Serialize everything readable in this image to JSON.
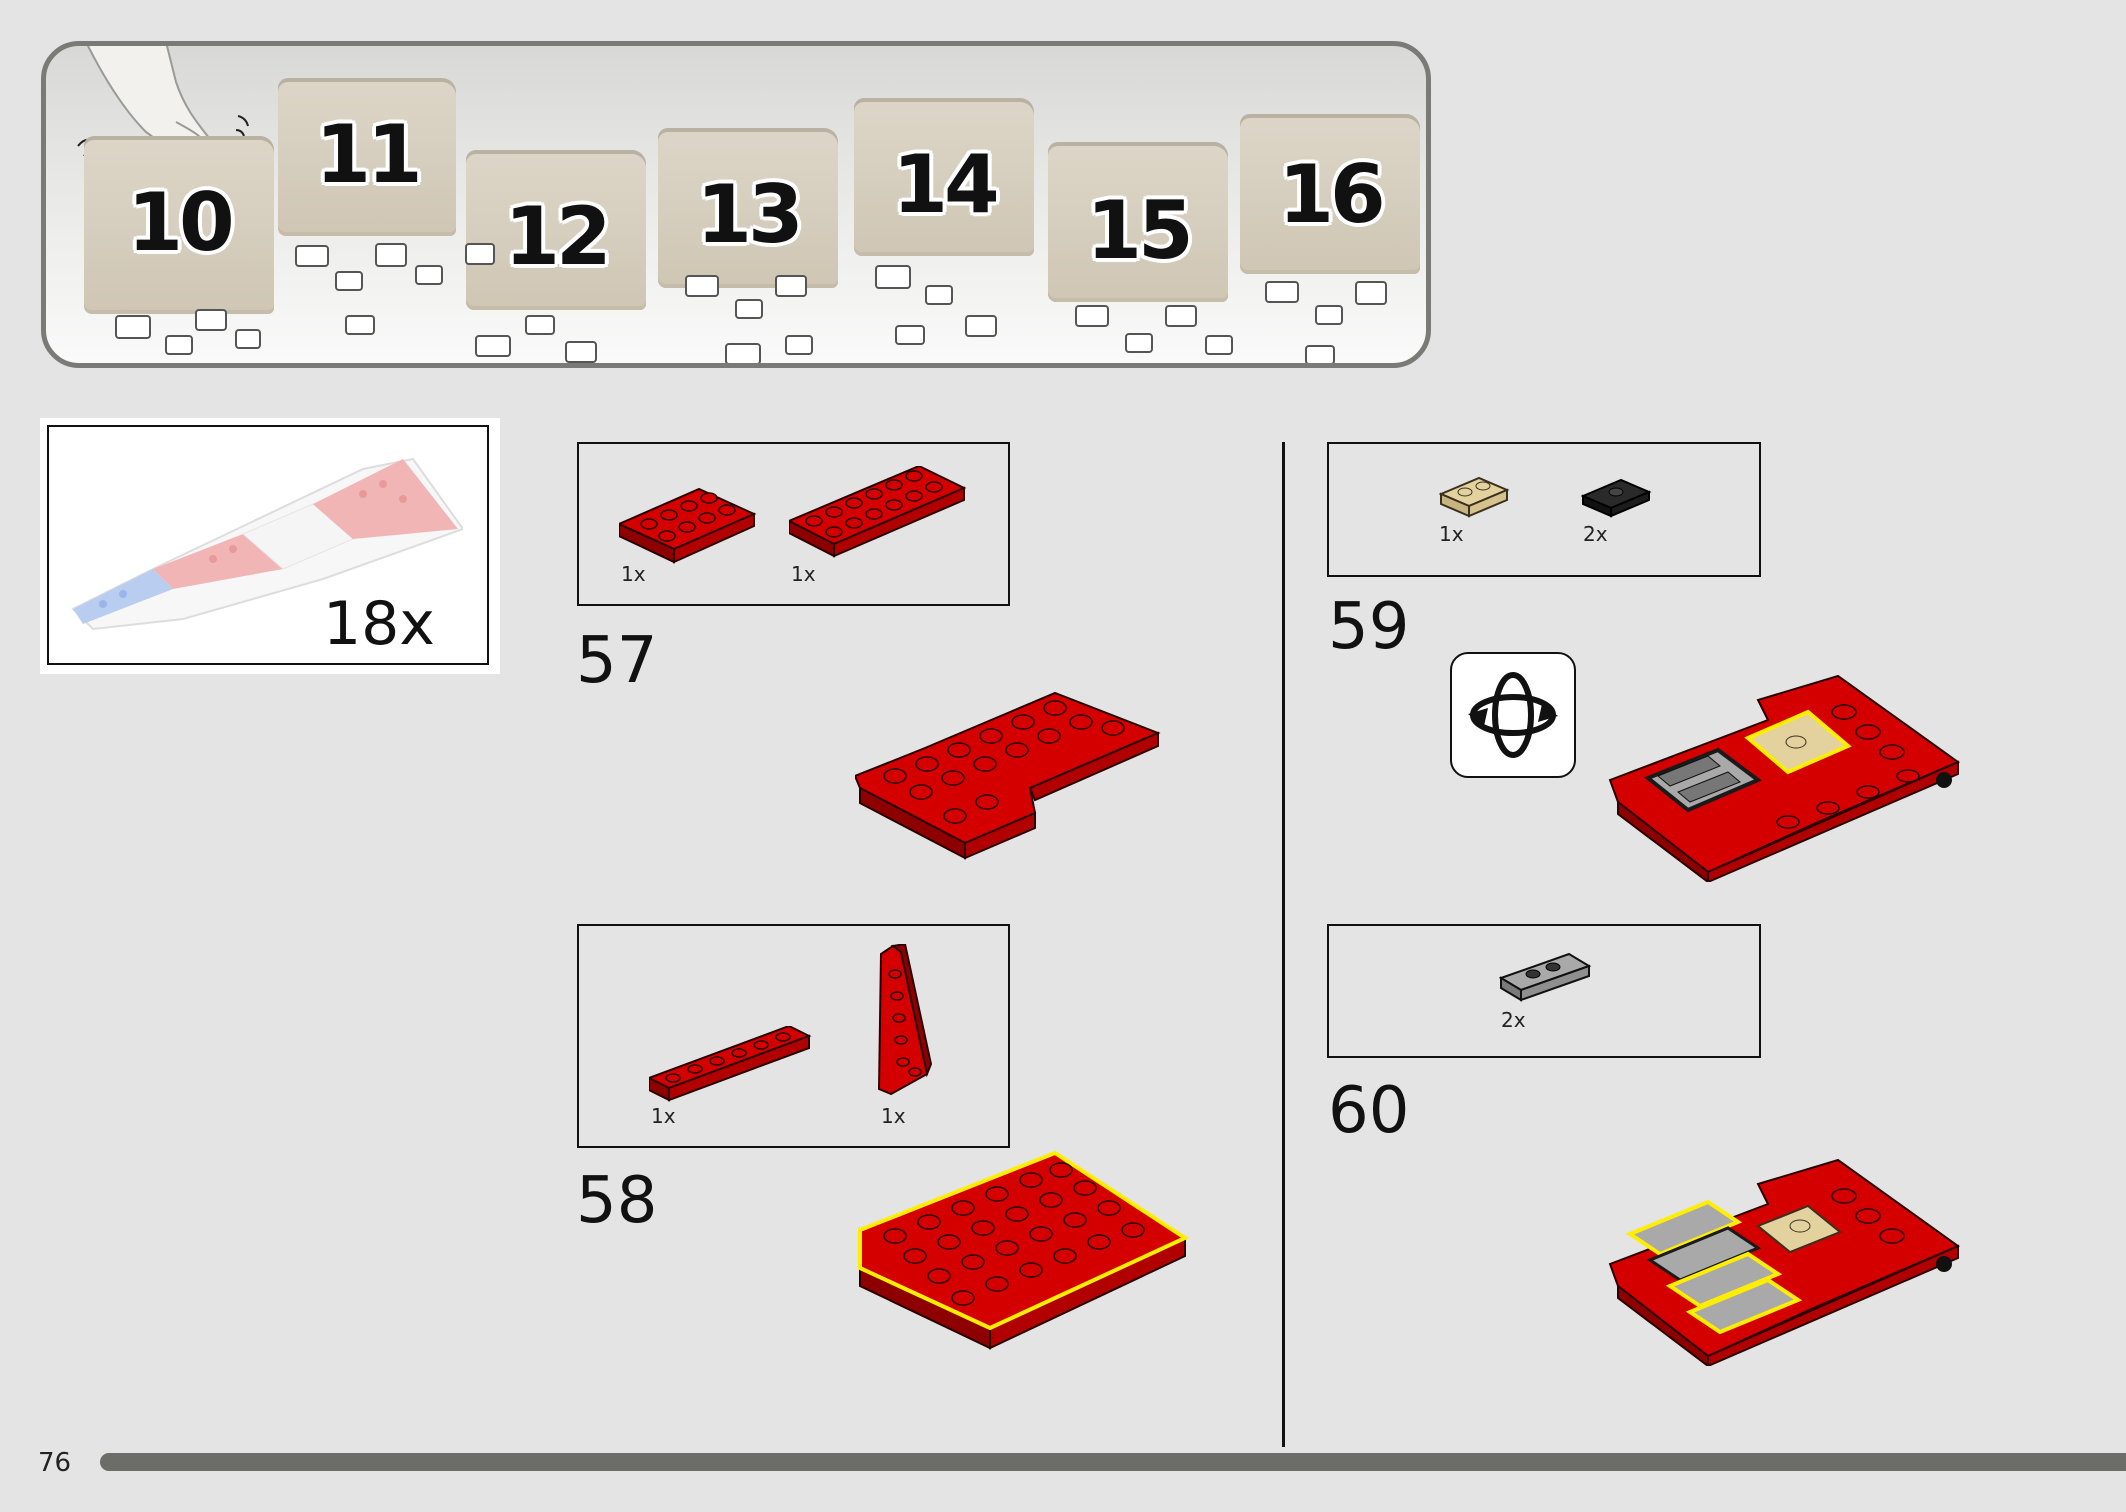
{
  "page": {
    "number": "76"
  },
  "bags": [
    "10",
    "11",
    "12",
    "13",
    "14",
    "15",
    "16"
  ],
  "preview": {
    "count": "18x"
  },
  "steps": [
    {
      "number": "57",
      "parts": [
        {
          "qty": "1x"
        },
        {
          "qty": "1x"
        }
      ]
    },
    {
      "number": "58",
      "parts": [
        {
          "qty": "1x"
        },
        {
          "qty": "1x"
        }
      ]
    },
    {
      "number": "59",
      "parts": [
        {
          "qty": "1x"
        },
        {
          "qty": "2x"
        }
      ]
    },
    {
      "number": "60",
      "parts": [
        {
          "qty": "2x"
        }
      ]
    }
  ],
  "colors": {
    "red": "#d40000",
    "tan": "#e4d29e",
    "grey": "#a9a9a9",
    "black": "#1a1a1a",
    "highlight": "#ffee00"
  },
  "icons": {
    "rotate": "rotate-model-icon"
  }
}
